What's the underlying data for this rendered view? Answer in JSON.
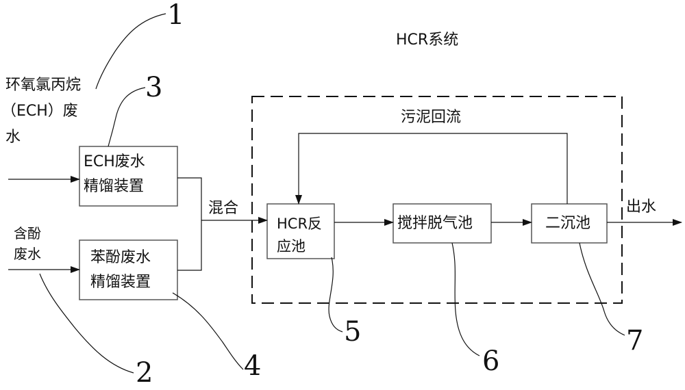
{
  "system_title": "HCR系统",
  "inputs": {
    "ech_wastewater": [
      "环氧氯丙烷",
      "（ECH）废",
      "水"
    ],
    "phenol_wastewater": [
      "含酚",
      "废水"
    ]
  },
  "boxes": {
    "ech_distill": [
      "ECH废水",
      "精馏装置"
    ],
    "phenol_distill": [
      "苯酚废水",
      "精馏装置"
    ],
    "hcr_reactor": [
      "HCR反",
      "应池"
    ],
    "stir_degas": "搅拌脱气池",
    "secondary_settler": "二沉池"
  },
  "flow_labels": {
    "mix": "混合",
    "sludge_return": "污泥回流",
    "effluent": "出水"
  },
  "callouts": [
    "1",
    "2",
    "3",
    "4",
    "5",
    "6",
    "7"
  ]
}
